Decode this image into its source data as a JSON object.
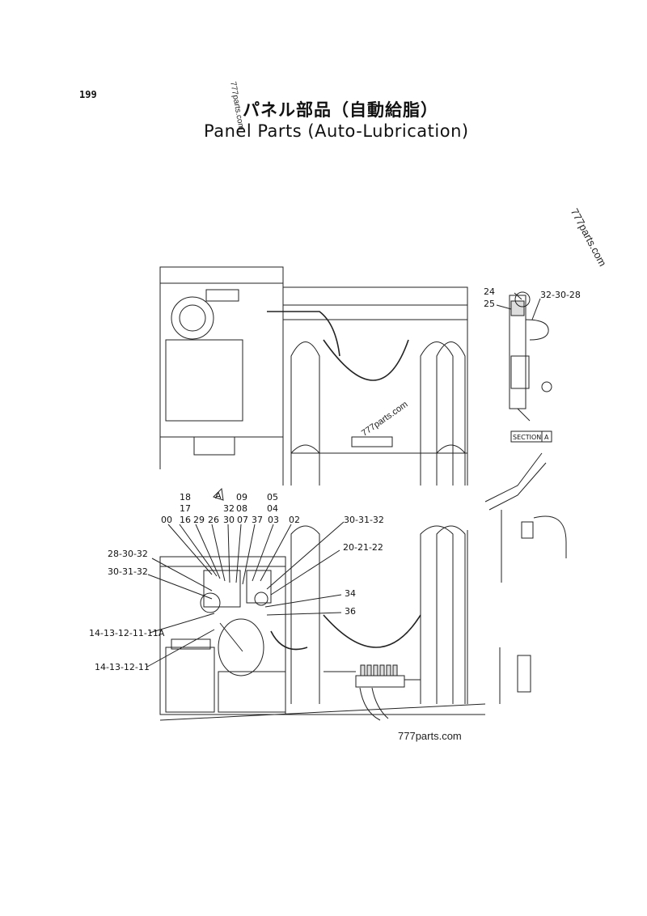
{
  "page_number": "199",
  "title_jp": "パネル部品（自動給脂）",
  "title_en": "Panel Parts (Auto-Lubrication)",
  "watermarks": {
    "top": "777parts.com",
    "right": "777parts.com",
    "middle": "777parts.com",
    "bottom": "777parts.com"
  },
  "section_marker": "A",
  "section_label": "SECTION",
  "section_label_letter": "A",
  "callouts": {
    "c18": "18",
    "c17": "17",
    "c00": "00",
    "c16": "16",
    "c29": "29",
    "c26": "26",
    "c32": "32",
    "c30": "30",
    "c09": "09",
    "c08": "08",
    "c07": "07",
    "c37": "37",
    "c05": "05",
    "c04": "04",
    "c03": "03",
    "c02": "02",
    "c30_31_32_top": "30-31-32",
    "c20_21_22": "20-21-22",
    "c28_30_32": "28-30-32",
    "c30_31_32_left": "30-31-32",
    "c34": "34",
    "c36": "36",
    "c14_13_12_11_11A": "14-13-12-11-11A",
    "c14_13_12_11": "14-13-12-11",
    "c24": "24",
    "c25": "25",
    "c32_30_28": "32-30-28"
  }
}
